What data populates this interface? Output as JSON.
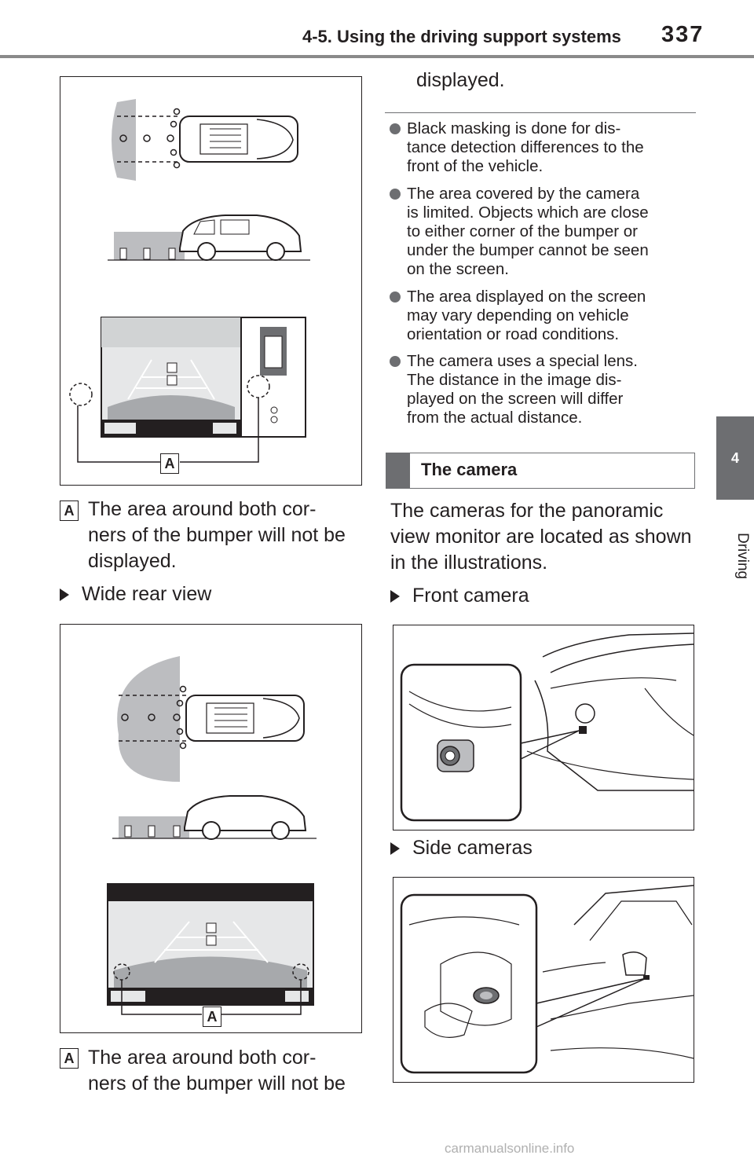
{
  "header": {
    "section_title": "4-5. Using the driving support systems",
    "page_number": "337"
  },
  "side_tab": {
    "chapter_number": "4",
    "chapter_name": "Driving"
  },
  "left_column": {
    "figure1_label": "A",
    "caption1_label": "A",
    "caption1_text": "The area around both cor-\nners of the bumper will not be displayed.",
    "wide_rear_view_heading": "Wide rear view",
    "figure2_label": "A",
    "caption2_label": "A",
    "caption2_text": "The area around both cor-\nners of the bumper will not be"
  },
  "right_column": {
    "continued_text": "displayed.",
    "bullets": [
      "Black masking is done for dis-\ntance detection differences to the\nfront of the vehicle.",
      "The area covered by the camera\nis limited. Objects which are close\nto either corner of the bumper or\nunder the bumper cannot be seen\non the screen.",
      "The area displayed on the screen\nmay vary depending on vehicle\norientation or road conditions.",
      "The camera uses a special lens.\nThe distance in the image dis-\nplayed on the screen will differ\nfrom the actual distance."
    ],
    "section_title": "The camera",
    "section_intro": "The cameras for the panoramic view monitor are located as shown in the illustrations.",
    "front_camera_heading": "Front camera",
    "side_cameras_heading": "Side cameras"
  },
  "watermark": "carmanualsonline.info"
}
